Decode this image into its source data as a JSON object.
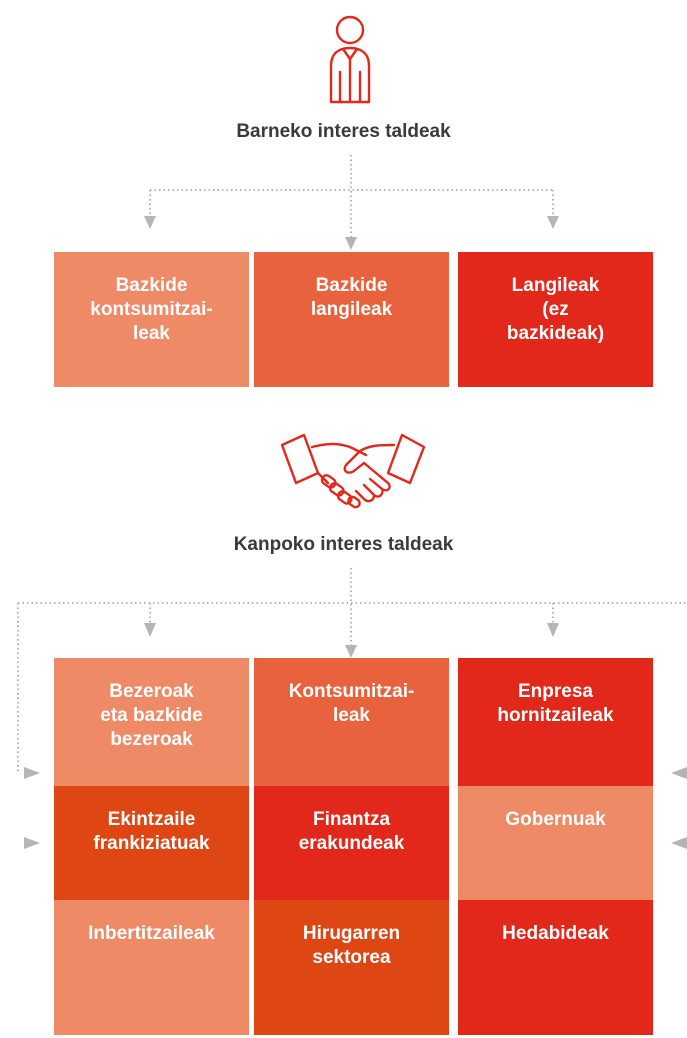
{
  "internal": {
    "title": "Barneko interes taldeak",
    "boxes": [
      {
        "text": "Bazkide\nkontsumitzai-\nleak",
        "color": "#ef8a66"
      },
      {
        "text": "Bazkide\nlangileak",
        "color": "#e8623e"
      },
      {
        "text": "Langileak\n(ez\nbazkideak)",
        "color": "#e2281b"
      }
    ]
  },
  "external": {
    "title": "Kanpoko interes taldeak",
    "rows": [
      [
        {
          "text": "Bezeroak\neta bazkide\nbezeroak",
          "color": "#ef8a66"
        },
        {
          "text": "Kontsumitzai-\nleak",
          "color": "#e8623e"
        },
        {
          "text": "Enpresa\nhornitzaileak",
          "color": "#e2281b"
        }
      ],
      [
        {
          "text": "Ekintzaile\nfrankiziatuak",
          "color": "#de4614"
        },
        {
          "text": "Finantza\nerakundeak",
          "color": "#e2281b"
        },
        {
          "text": "Gobernuak",
          "color": "#ef8a66"
        }
      ],
      [
        {
          "text": "Inbertitzaileak",
          "color": "#ef8a66"
        },
        {
          "text": "Hirugarren\nsektorea",
          "color": "#de4614"
        },
        {
          "text": "Hedabideak",
          "color": "#e2281b"
        }
      ]
    ]
  },
  "icons": {
    "person": "person-icon",
    "handshake": "handshake-icon"
  },
  "colors": {
    "line": "#b5b5b5",
    "arrow": "#b5b5b5",
    "icon": "#e2281b"
  }
}
